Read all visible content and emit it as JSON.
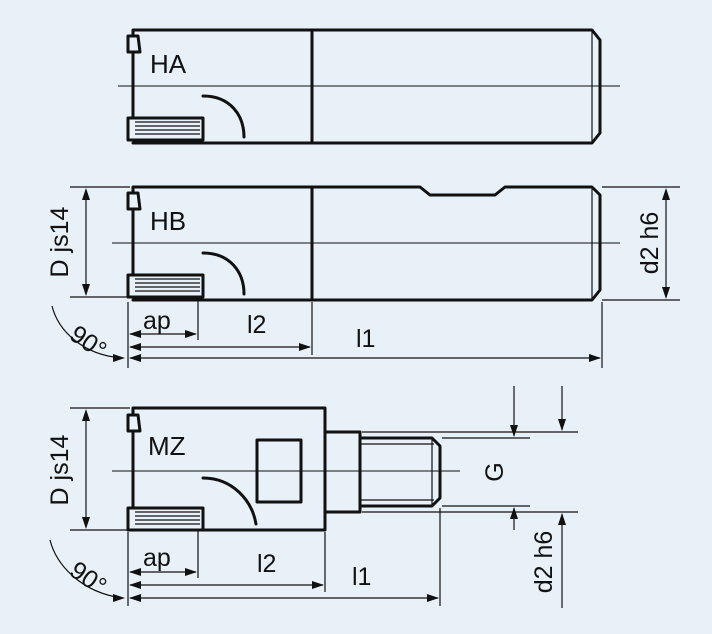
{
  "colors": {
    "background": "#e8f0f8",
    "ink": "#111111"
  },
  "cutters": [
    {
      "name": "HA"
    },
    {
      "name": "HB"
    },
    {
      "name": "MZ"
    }
  ],
  "dimensions": {
    "diameter": "D js14",
    "shank_diameter": "d2 h6",
    "angle": "90°",
    "cutting_depth": "ap",
    "head_length": "l2",
    "total_length": "l1",
    "thread": "G"
  }
}
